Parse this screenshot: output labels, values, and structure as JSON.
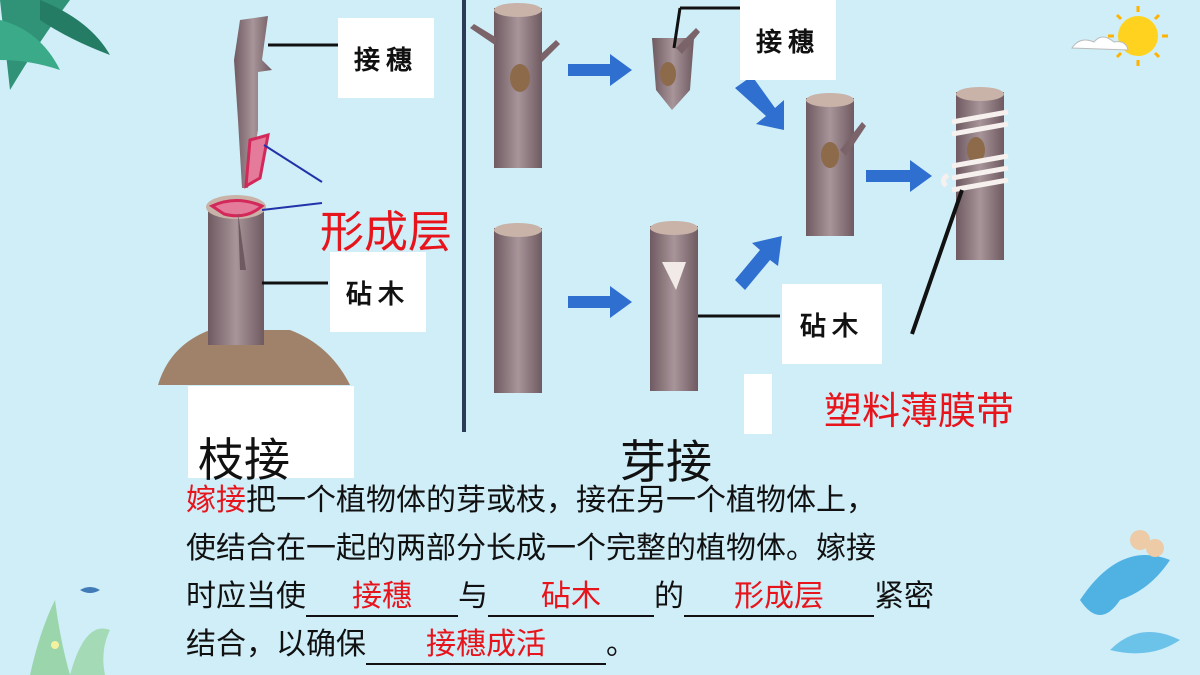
{
  "labels": {
    "scion_left": "接穗",
    "rootstock_left": "砧木",
    "cambium": "形成层",
    "scion_right": "接穗",
    "rootstock_right": "砧木",
    "film": "塑料薄膜带",
    "branch_grafting": "枝接",
    "bud_grafting": "芽接"
  },
  "paragraph": {
    "term": "嫁接",
    "line1_rest": "把一个植物体的芽或枝，接在另一个植物体上，",
    "line2": "使结合在一起的两部分长成一个完整的植物体。嫁接",
    "line3_a": "时应当使",
    "blank1": "接穗",
    "line3_b": "与",
    "blank2": "砧木",
    "line3_c": "的",
    "blank3": "形成层",
    "line3_d": "紧密",
    "line4_a": "结合，以确保",
    "blank4": "接穗成活",
    "line4_b": "。"
  },
  "colors": {
    "background": "#cfeef8",
    "highlight": "#e8141c",
    "arrow": "#2f6fd0",
    "wood": "#9a8488"
  }
}
